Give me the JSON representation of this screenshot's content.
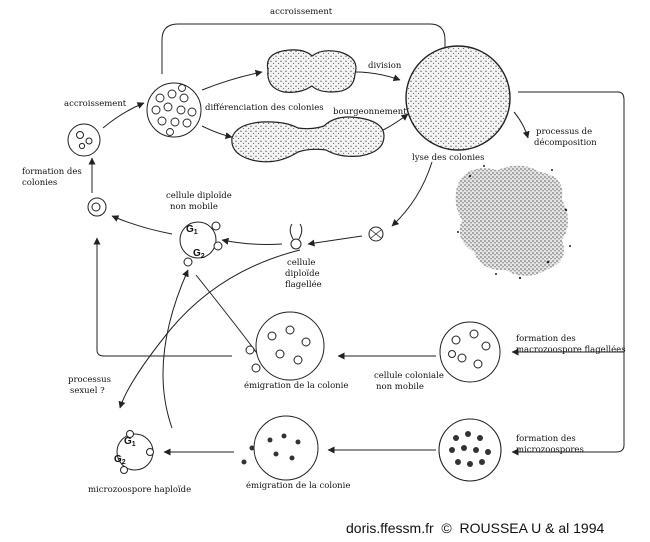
{
  "labels": {
    "accroissement_top": "accroissement",
    "accroissement_left": "accroissement",
    "differenciation": "différenciation des colonies",
    "division": "division",
    "bourgeonnement": "bourgeonnement",
    "processus_l1": "processus de",
    "processus_l2": "décomposition",
    "lyse": "lyse des colonies",
    "formation_l1": "formation des",
    "formation_l2": "colonies",
    "diploide_nm_l1": "cellule diploïde",
    "diploide_nm_l2": "non mobile",
    "g1": "G",
    "g1_sub": "1",
    "g2": "G",
    "g2_sub": "2",
    "cellule_l1": "cellule",
    "cellule_l2": "diploïde",
    "cellule_l3": "flagellée",
    "macro_l1": "formation des",
    "macro_l2": "macrozoospore flagellées",
    "emigration1": "émigration de la colonie",
    "coloniale_l1": "cellule coloniale",
    "coloniale_l2": "non mobile",
    "sexuel_l1": "processus",
    "sexuel_l2": "sexuel ?",
    "micro_l1": "formation des",
    "micro_l2": "microzoospores",
    "emigration2": "émigration de la colonie",
    "haploide": "microzoospore haploïde",
    "credit": "doris.ffessm.fr  ©  ROUSSEA U & al 1994"
  }
}
